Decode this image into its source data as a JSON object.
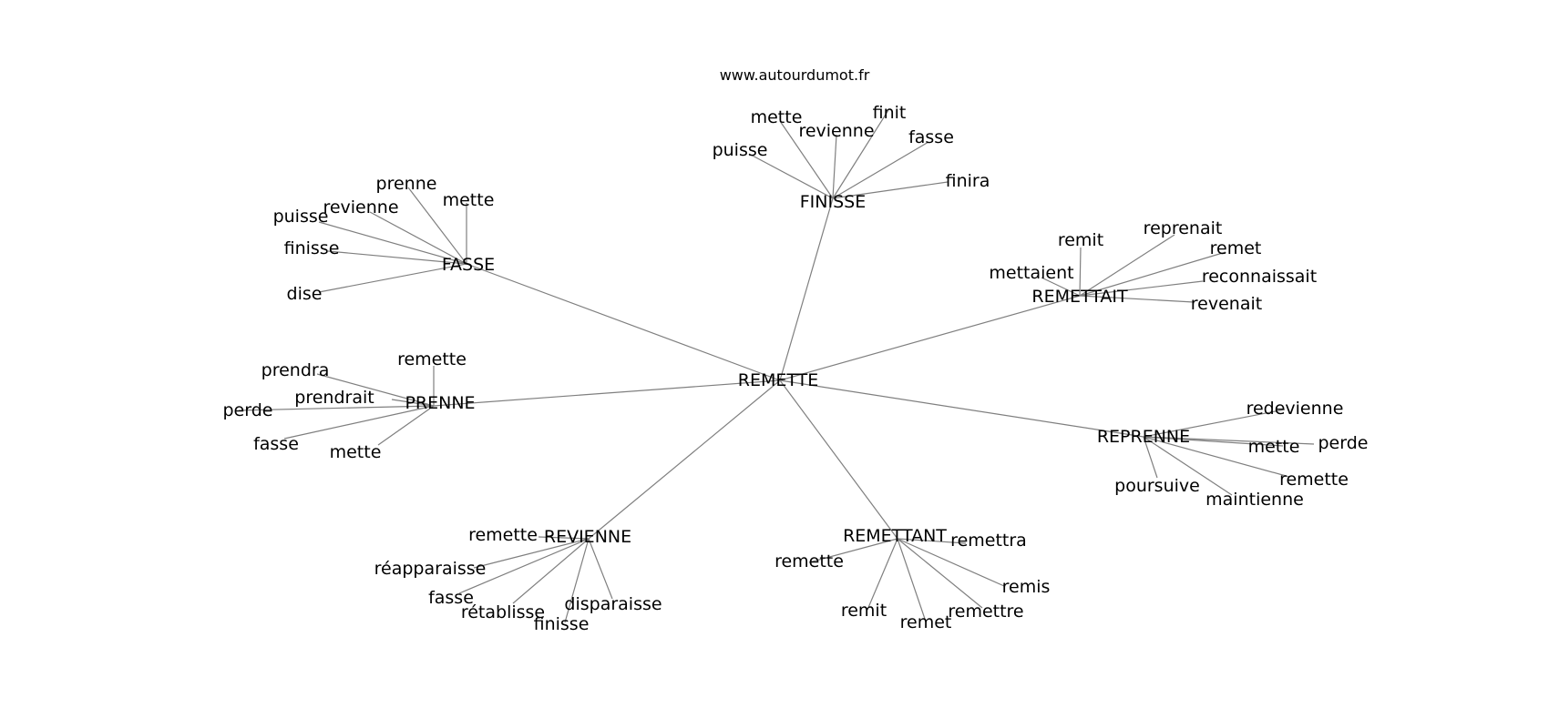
{
  "site_label": "www.autourdumot.fr",
  "center": "REMETTE",
  "hubs": [
    {
      "word": "FINISSE",
      "leaves": [
        "puisse",
        "mette",
        "revienne",
        "finit",
        "fasse",
        "finira"
      ]
    },
    {
      "word": "FASSE",
      "leaves": [
        "prenne",
        "revienne",
        "puisse",
        "mette",
        "finisse",
        "dise"
      ]
    },
    {
      "word": "REMETTAIT",
      "leaves": [
        "remit",
        "reprenait",
        "remet",
        "mettaient",
        "reconnaissait",
        "revenait"
      ]
    },
    {
      "word": "PRENNE",
      "leaves": [
        "remette",
        "prendra",
        "prendrait",
        "perde",
        "fasse",
        "mette"
      ]
    },
    {
      "word": "REPRENNE",
      "leaves": [
        "redevienne",
        "mette",
        "perde",
        "remette",
        "poursuive",
        "maintienne"
      ]
    },
    {
      "word": "REVIENNE",
      "leaves": [
        "remette",
        "réapparaisse",
        "fasse",
        "rétablisse",
        "disparaisse",
        "finisse"
      ]
    },
    {
      "word": "REMETTANT",
      "leaves": [
        "remettra",
        "remette",
        "remis",
        "remit",
        "remet",
        "remettre"
      ]
    }
  ]
}
